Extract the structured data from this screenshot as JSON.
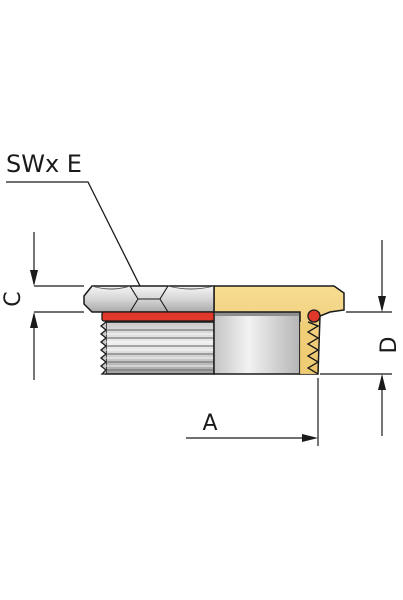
{
  "labels": {
    "callout": "SWx E",
    "dim_a": "A",
    "dim_c": "C",
    "dim_d": "D"
  },
  "colors": {
    "metal": "#d4d4d4",
    "brass": "#f2d07c",
    "seal": "#e0392b",
    "outline": "#1a1a1a"
  }
}
